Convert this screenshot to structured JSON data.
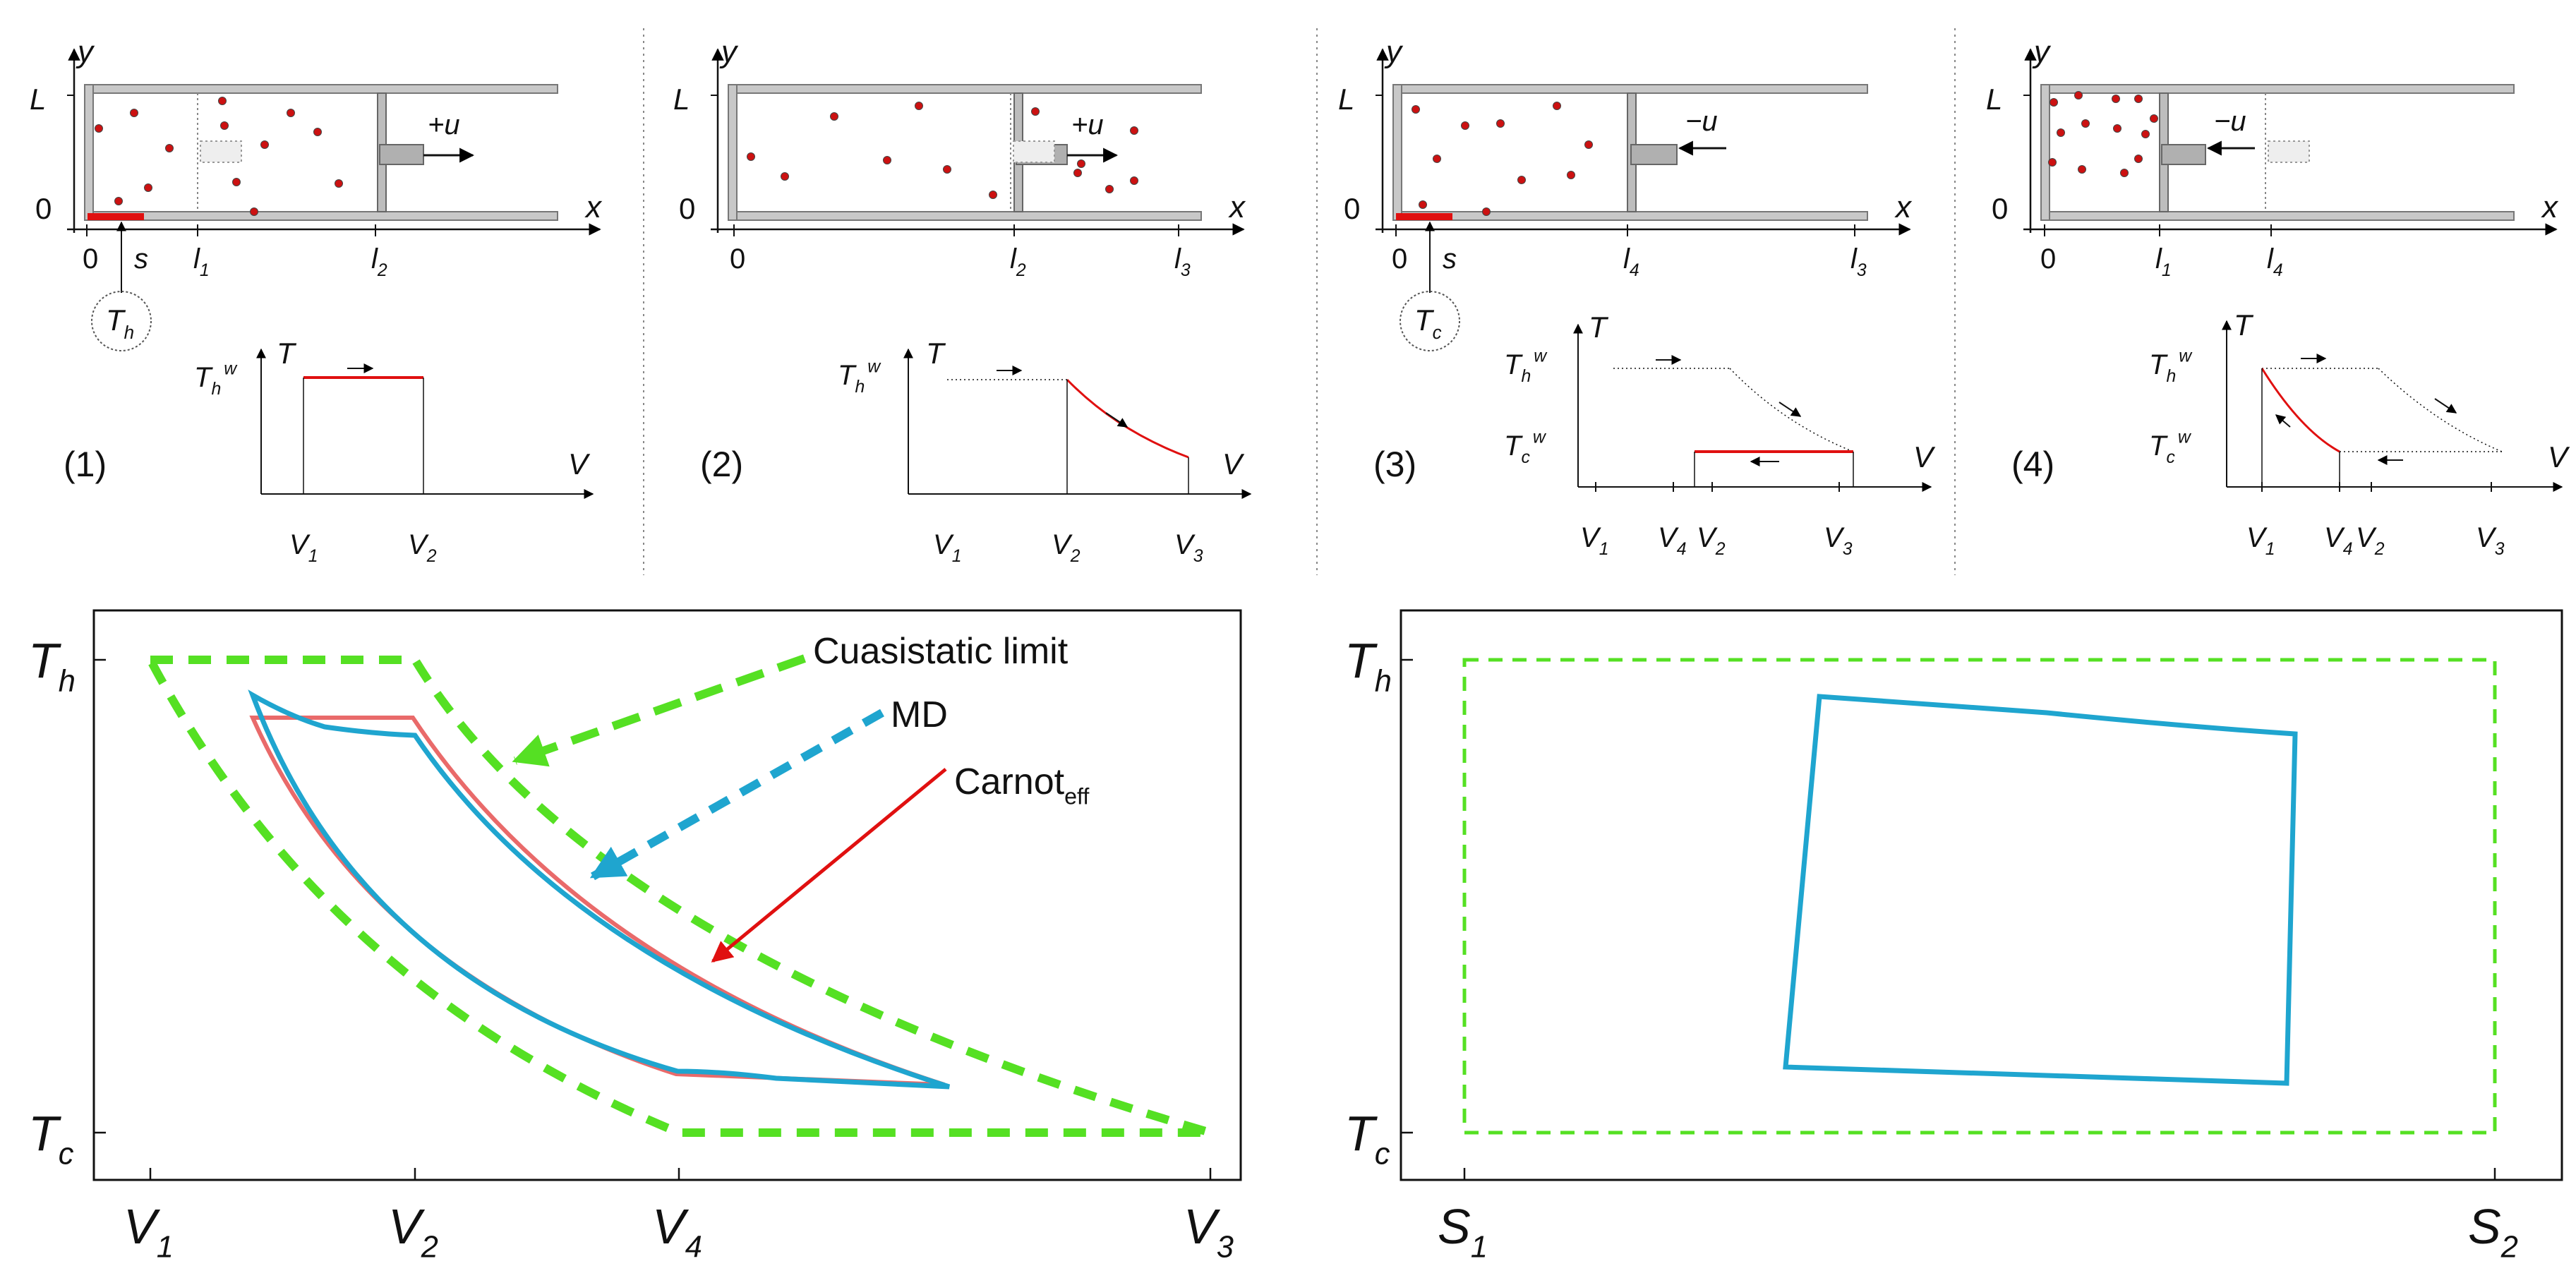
{
  "top": {
    "panels": [
      {
        "label": "(1)",
        "axis_y": "y",
        "axis_x": "x",
        "L": "L",
        "zero": "0",
        "s": "s",
        "u": "+u",
        "bath": "T",
        "bath_sub": "h",
        "ticks": [
          {
            "t": "0"
          },
          {
            "t": "l",
            "s": "1"
          },
          {
            "t": "l",
            "s": "2"
          }
        ],
        "T": "T",
        "V": "V",
        "tlevels": [
          {
            "t": "T",
            "s": "h",
            "sup": "w"
          }
        ],
        "vticks": [
          {
            "t": "V",
            "s": "1"
          },
          {
            "t": "V",
            "s": "2"
          }
        ]
      },
      {
        "label": "(2)",
        "axis_y": "y",
        "axis_x": "x",
        "L": "L",
        "zero": "0",
        "u": "+u",
        "ticks": [
          {
            "t": "0"
          },
          {
            "t": "l",
            "s": "2"
          },
          {
            "t": "l",
            "s": "3"
          }
        ],
        "T": "T",
        "V": "V",
        "tlevels": [
          {
            "t": "T",
            "s": "h",
            "sup": "w"
          }
        ],
        "vticks": [
          {
            "t": "V",
            "s": "1"
          },
          {
            "t": "V",
            "s": "2"
          },
          {
            "t": "V",
            "s": "3"
          }
        ]
      },
      {
        "label": "(3)",
        "axis_y": "y",
        "axis_x": "x",
        "L": "L",
        "zero": "0",
        "s": "s",
        "u": "−u",
        "bath": "T",
        "bath_sub": "c",
        "ticks": [
          {
            "t": "0"
          },
          {
            "t": "l",
            "s": "4"
          },
          {
            "t": "l",
            "s": "3"
          }
        ],
        "T": "T",
        "V": "V",
        "tlevels": [
          {
            "t": "T",
            "s": "h",
            "sup": "w"
          },
          {
            "t": "T",
            "s": "c",
            "sup": "w"
          }
        ],
        "vticks": [
          {
            "t": "V",
            "s": "1"
          },
          {
            "t": "V",
            "s": "4"
          },
          {
            "t": "V",
            "s": "2"
          },
          {
            "t": "V",
            "s": "3"
          }
        ]
      },
      {
        "label": "(4)",
        "axis_y": "y",
        "axis_x": "x",
        "L": "L",
        "zero": "0",
        "u": "−u",
        "ticks": [
          {
            "t": "0"
          },
          {
            "t": "l",
            "s": "1"
          },
          {
            "t": "l",
            "s": "4"
          }
        ],
        "T": "T",
        "V": "V",
        "tlevels": [
          {
            "t": "T",
            "s": "h",
            "sup": "w"
          },
          {
            "t": "T",
            "s": "c",
            "sup": "w"
          }
        ],
        "vticks": [
          {
            "t": "V",
            "s": "1"
          },
          {
            "t": "V",
            "s": "4"
          },
          {
            "t": "V",
            "s": "2"
          },
          {
            "t": "V",
            "s": "3"
          }
        ]
      }
    ]
  },
  "bottom_left": {
    "ylabels": [
      {
        "t": "T",
        "s": "h"
      },
      {
        "t": "T",
        "s": "c"
      }
    ],
    "xlabels": [
      {
        "t": "V",
        "s": "1"
      },
      {
        "t": "V",
        "s": "2"
      },
      {
        "t": "V",
        "s": "4"
      },
      {
        "t": "V",
        "s": "3"
      }
    ],
    "legend": {
      "quasistatic": "Cuasistatic limit",
      "md": "MD",
      "carnot": "Carnot",
      "carnot_sub": "eff"
    }
  },
  "bottom_right": {
    "ylabels": [
      {
        "t": "T",
        "s": "h"
      },
      {
        "t": "T",
        "s": "c"
      }
    ],
    "xlabels": [
      {
        "t": "S",
        "s": "1"
      },
      {
        "t": "S",
        "s": "2"
      }
    ]
  },
  "colors": {
    "quasistatic": "#55e023",
    "md": "#1fa5cf",
    "carnot": "#e96a6a",
    "arrow_red": "#e01010",
    "particle": "#cc1111",
    "wall": "#9a9a9a"
  }
}
